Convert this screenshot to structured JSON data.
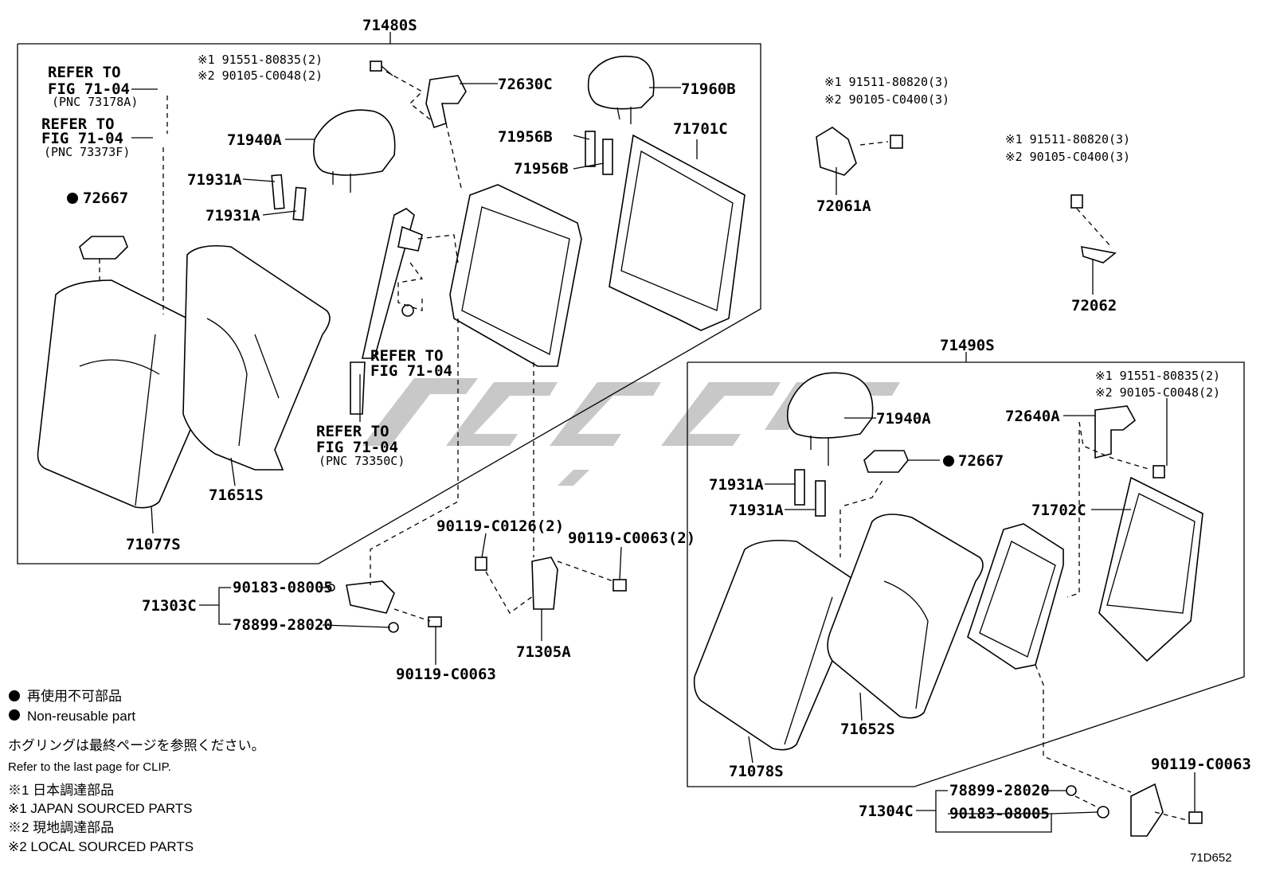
{
  "assemblies": {
    "left": "71480S",
    "right": "71490S"
  },
  "labels": {
    "p72630C": "72630C",
    "p71960B": "71960B",
    "p71940A_l": "71940A",
    "p71956B_1": "71956B",
    "p71956B_2": "71956B",
    "p71701C": "71701C",
    "p71931A_l1": "71931A",
    "p71931A_l2": "71931A",
    "p72667_l": "72667",
    "p71651S": "71651S",
    "p71077S": "71077S",
    "p72061A": "72061A",
    "p72062": "72062",
    "p71940A_r": "71940A",
    "p72640A": "72640A",
    "p72667_r": "72667",
    "p71931A_r1": "71931A",
    "p71931A_r2": "71931A",
    "p71702C": "71702C",
    "p71652S": "71652S",
    "p71078S": "71078S",
    "p71303C": "71303C",
    "p90183_l": "90183-08005",
    "p78899_l": "78899-28020",
    "p90119_0063_l": "90119-C0063",
    "p90119_0126": "90119-C0126(2)",
    "p90119_0063_2": "90119-C0063(2)",
    "p71305A": "71305A",
    "p71304C": "71304C",
    "p78899_r": "78899-28020",
    "p90183_r": "90183-08005",
    "p90119_0063_r": "90119-C0063"
  },
  "refs": {
    "ref1": [
      "REFER TO",
      "FIG 71-04",
      "(PNC 73178A)"
    ],
    "ref2": [
      "REFER TO",
      "FIG 71-04",
      "(PNC 73373F)"
    ],
    "ref3": [
      "REFER TO",
      "FIG 71-04"
    ],
    "ref4": [
      "REFER TO",
      "FIG 71-04",
      "(PNC 73350C)"
    ]
  },
  "bolts": {
    "top_left": [
      "※1 91551-80835(2)",
      "※2 90105-C0048(2)"
    ],
    "top_mid": [
      "※1 91511-80820(3)",
      "※2 90105-C0400(3)"
    ],
    "top_right": [
      "※1 91511-80820(3)",
      "※2 90105-C0400(3)"
    ],
    "right_asm": [
      "※1 91551-80835(2)",
      "※2 90105-C0048(2)"
    ]
  },
  "legend": {
    "nonreuse_jp": "再使用不可部品",
    "nonreuse_en": "Non-reusable part",
    "clip_jp": "ホグリングは最終ページを参照ください。",
    "clip_en": "Refer to the last page for CLIP.",
    "s1_jp": "※1 日本調達部品",
    "s1_en": "※1 JAPAN SOURCED PARTS",
    "s2_jp": "※2 現地調達部品",
    "s2_en": "※2 LOCAL SOURCED PARTS"
  },
  "figure_id": "71D652"
}
